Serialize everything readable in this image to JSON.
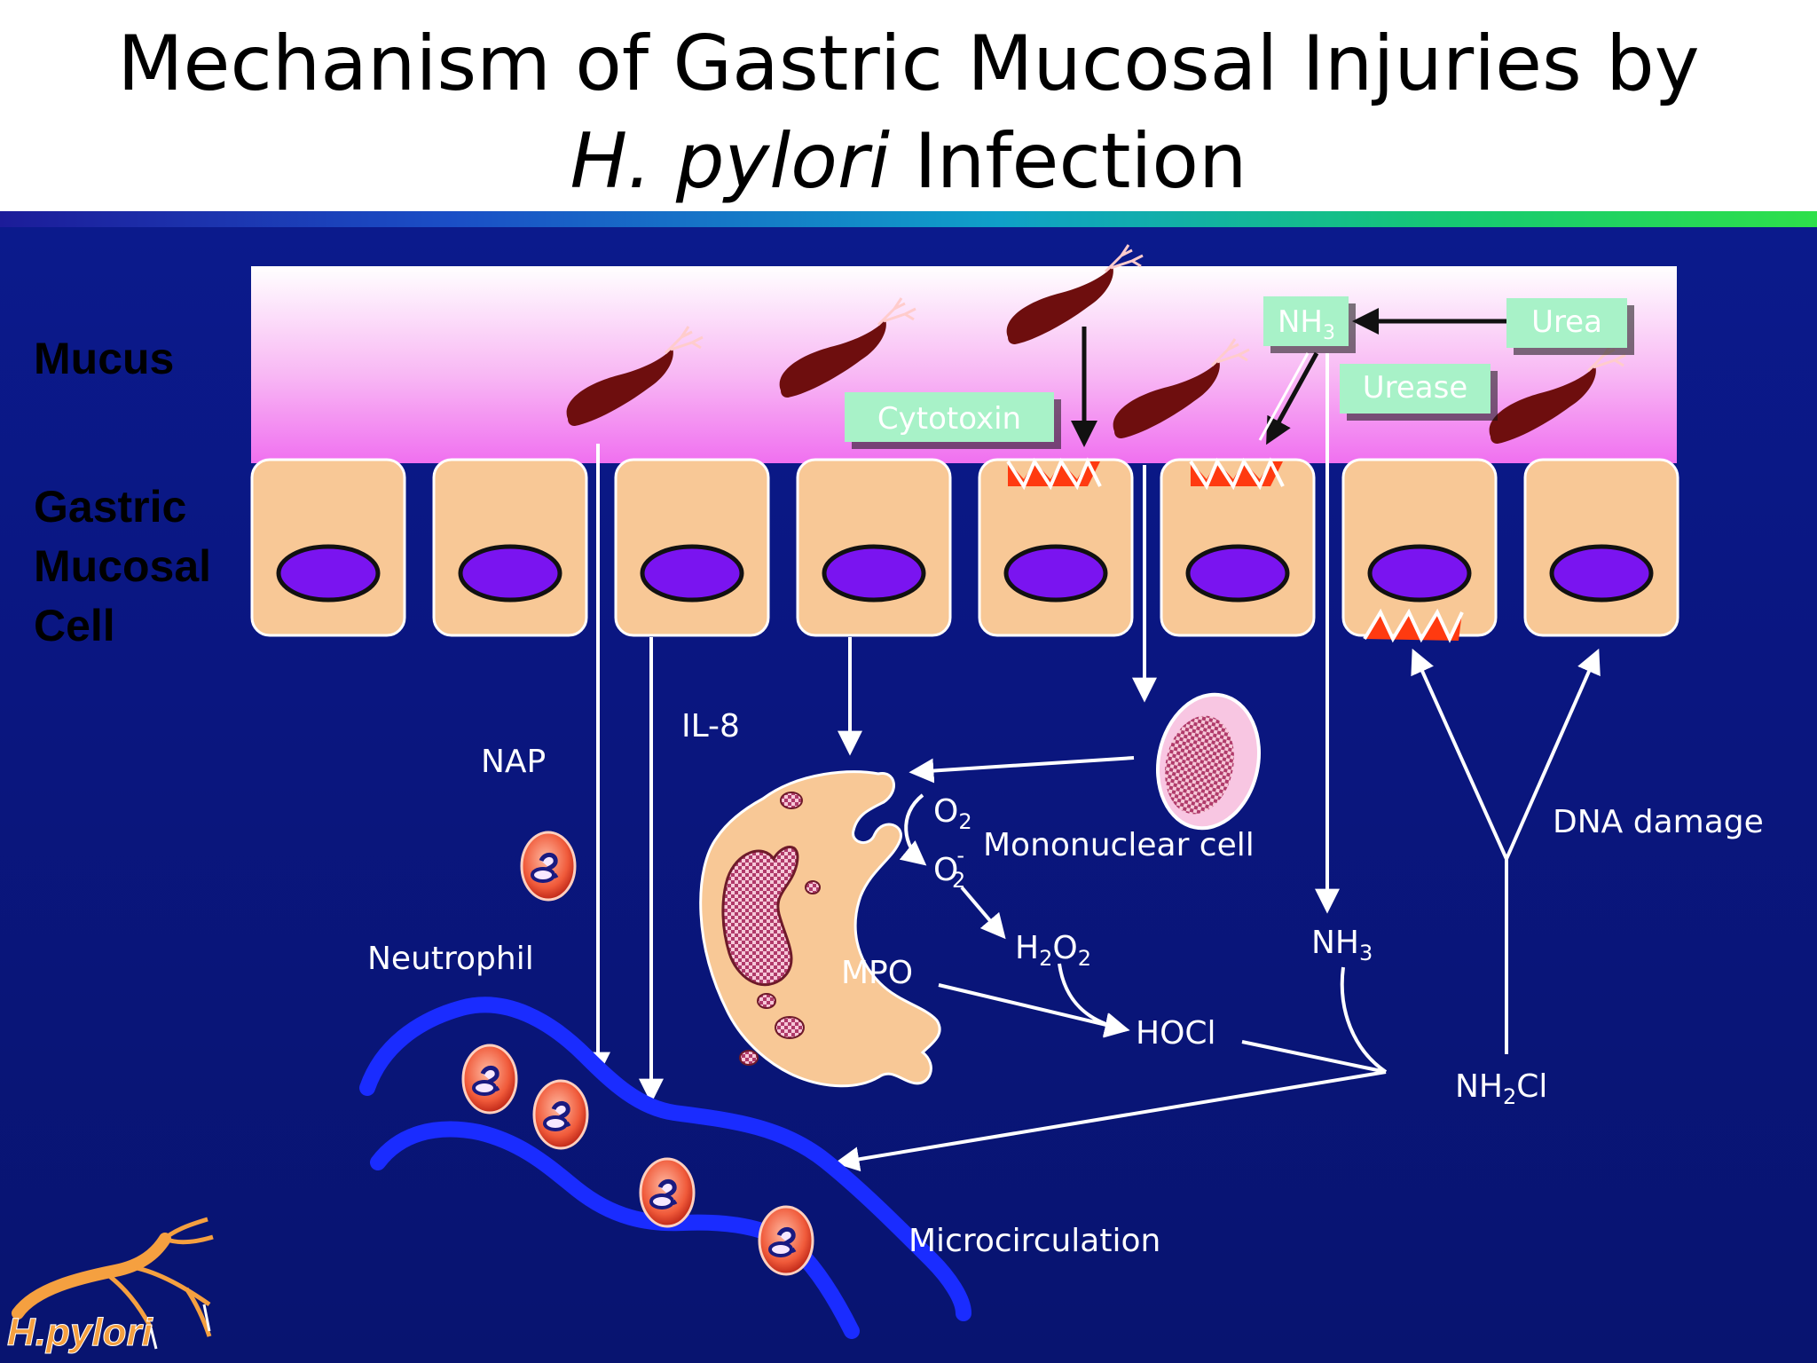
{
  "title": {
    "line1": "Mechanism of Gastric Mucosal Injuries by",
    "line2_italic": "H. pylori",
    "line2_rest": " Infection"
  },
  "side_labels": {
    "mucus": "Mucus",
    "cell_1": "Gastric",
    "cell_2": "Mucosal",
    "cell_3": "Cell"
  },
  "boxes": {
    "cytotoxin": "Cytotoxin",
    "nh3": "NH",
    "nh3_sub": "3",
    "urea": "Urea",
    "urease": "Urease"
  },
  "labels": {
    "nap": "NAP",
    "il8": "IL-8",
    "neutrophil": "Neutrophil",
    "mononuclear": "Mononuclear cell",
    "o2": "O",
    "o2_sub": "2",
    "o2m": "O",
    "o2m_sub": "2",
    "o2m_sup": "-",
    "h2o2_a": "H",
    "h2o2_sub1": "2",
    "h2o2_b": "O",
    "h2o2_sub2": "2",
    "mpo": "MPO",
    "hocl": "HOCl",
    "nh3": "NH",
    "nh3_sub": "3",
    "nh2cl_a": "NH",
    "nh2cl_sub": "2",
    "nh2cl_b": "Cl",
    "dna_damage": "DNA damage",
    "microcirculation": "Microcirculation"
  },
  "logo_text": "H.pylori",
  "colors": {
    "background": "#0a1680",
    "mucus_top": "#ffffff",
    "mucus_bottom": "#f070f0",
    "cell_fill": "#f8c896",
    "nucleus": "#7a14f0",
    "bacterium": "#6e0e0e",
    "box_fill": "#a8f2c8",
    "vessel": "#1a2cff",
    "damage": "#ff3a10"
  }
}
